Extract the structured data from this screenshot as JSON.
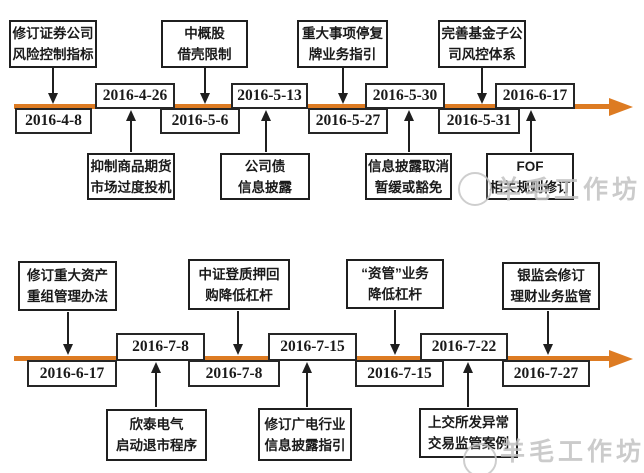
{
  "watermark": {
    "text": "羊毛工作坊"
  },
  "colors": {
    "timeline_orange": "#DD7B22",
    "box_border": "#1F1F1F",
    "watermark_gray": "#C3C3C3"
  },
  "timeline_top": {
    "events_above": [
      {
        "line1": "修订证券公司",
        "line2": "风险控制指标"
      },
      {
        "line1": "中概股",
        "line2": "借壳限制"
      },
      {
        "line1": "重大事项停复",
        "line2": "牌业务指引"
      },
      {
        "line1": "完善基金子公",
        "line2": "司风控体系"
      }
    ],
    "dates_above": [
      "2016-4-26",
      "2016-5-13",
      "2016-5-30",
      "2016-6-17"
    ],
    "dates_below": [
      "2016-4-8",
      "2016-5-6",
      "2016-5-27",
      "2016-5-31"
    ],
    "events_below": [
      {
        "line1": "抑制商品期货",
        "line2": "市场过度投机"
      },
      {
        "line1": "公司债",
        "line2": "信息披露"
      },
      {
        "line1": "信息披露取消",
        "line2": "暂缓或豁免"
      },
      {
        "line1": "FOF",
        "line2": "相关规则修订"
      }
    ]
  },
  "timeline_bottom": {
    "events_above": [
      {
        "line1": "修订重大资产",
        "line2": "重组管理办法"
      },
      {
        "line1": "中证登质押回",
        "line2": "购降低杠杆"
      },
      {
        "line1": "“资管”业务",
        "line2": "降低杠杆"
      },
      {
        "line1": "银监会修订",
        "line2": "理财业务监管"
      }
    ],
    "dates_above": [
      "2016-7-8",
      "2016-7-15",
      "2016-7-22"
    ],
    "dates_below": [
      "2016-6-17",
      "2016-7-8",
      "2016-7-15",
      "2016-7-27"
    ],
    "events_below": [
      {
        "line1": "欣泰电气",
        "line2": "启动退市程序"
      },
      {
        "line1": "修订广电行业",
        "line2": "信息披露指引"
      },
      {
        "line1": "上交所发异常",
        "line2": "交易监管案例"
      }
    ]
  }
}
